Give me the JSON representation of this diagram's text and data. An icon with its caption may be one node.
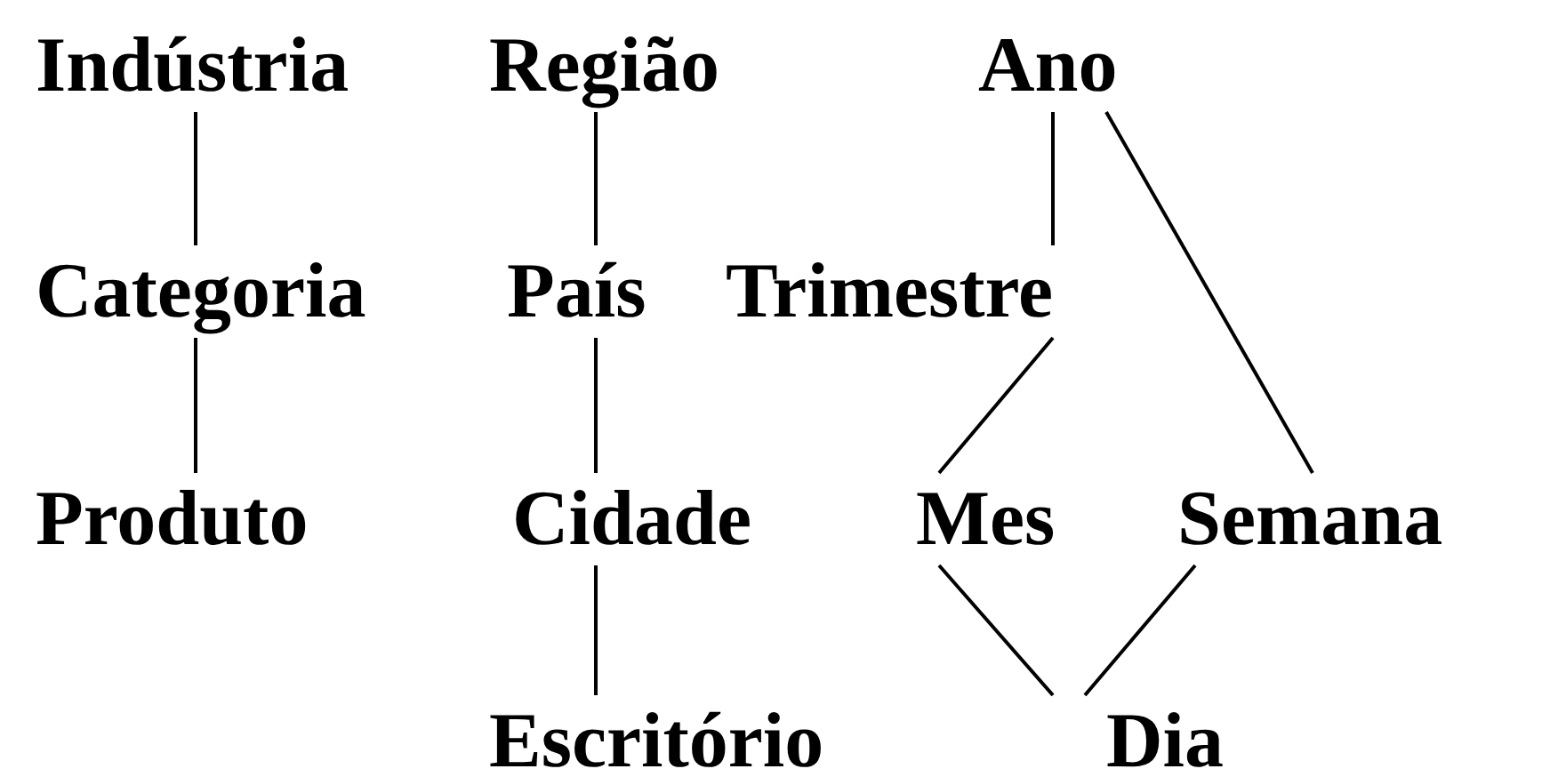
{
  "diagram": {
    "nodes": [
      {
        "text": [
          "Indústria"
        ]
      },
      {
        "text": [
          "Região"
        ]
      },
      {
        "text": [
          "Ano"
        ]
      },
      {
        "text": [
          "Categoria"
        ]
      },
      {
        "text": [
          "País"
        ]
      },
      {
        "text": [
          "Trimestre"
        ]
      },
      {
        "text": [
          "Produto"
        ]
      },
      {
        "text": [
          "Cidade"
        ]
      },
      {
        "text": [
          "Mes"
        ]
      },
      {
        "text": [
          "Semana"
        ]
      },
      {
        "text": [
          "Escritório"
        ]
      },
      {
        "text": [
          "Dia"
        ]
      }
    ],
    "edges": [
      {
        "from": 0,
        "to": 3,
        "arrow": "none"
      },
      {
        "from": 3,
        "to": 6,
        "arrow": "none"
      },
      {
        "from": 1,
        "to": 4,
        "arrow": "none"
      },
      {
        "from": 4,
        "to": 7,
        "arrow": "none"
      },
      {
        "from": 7,
        "to": 10,
        "arrow": "none"
      },
      {
        "from": 2,
        "to": 5,
        "arrow": "none"
      },
      {
        "from": 2,
        "to": 9,
        "arrow": "none"
      },
      {
        "from": 5,
        "to": 8,
        "arrow": "none"
      },
      {
        "from": 8,
        "to": 11,
        "arrow": "none"
      },
      {
        "from": 9,
        "to": 11,
        "arrow": "none"
      }
    ]
  }
}
